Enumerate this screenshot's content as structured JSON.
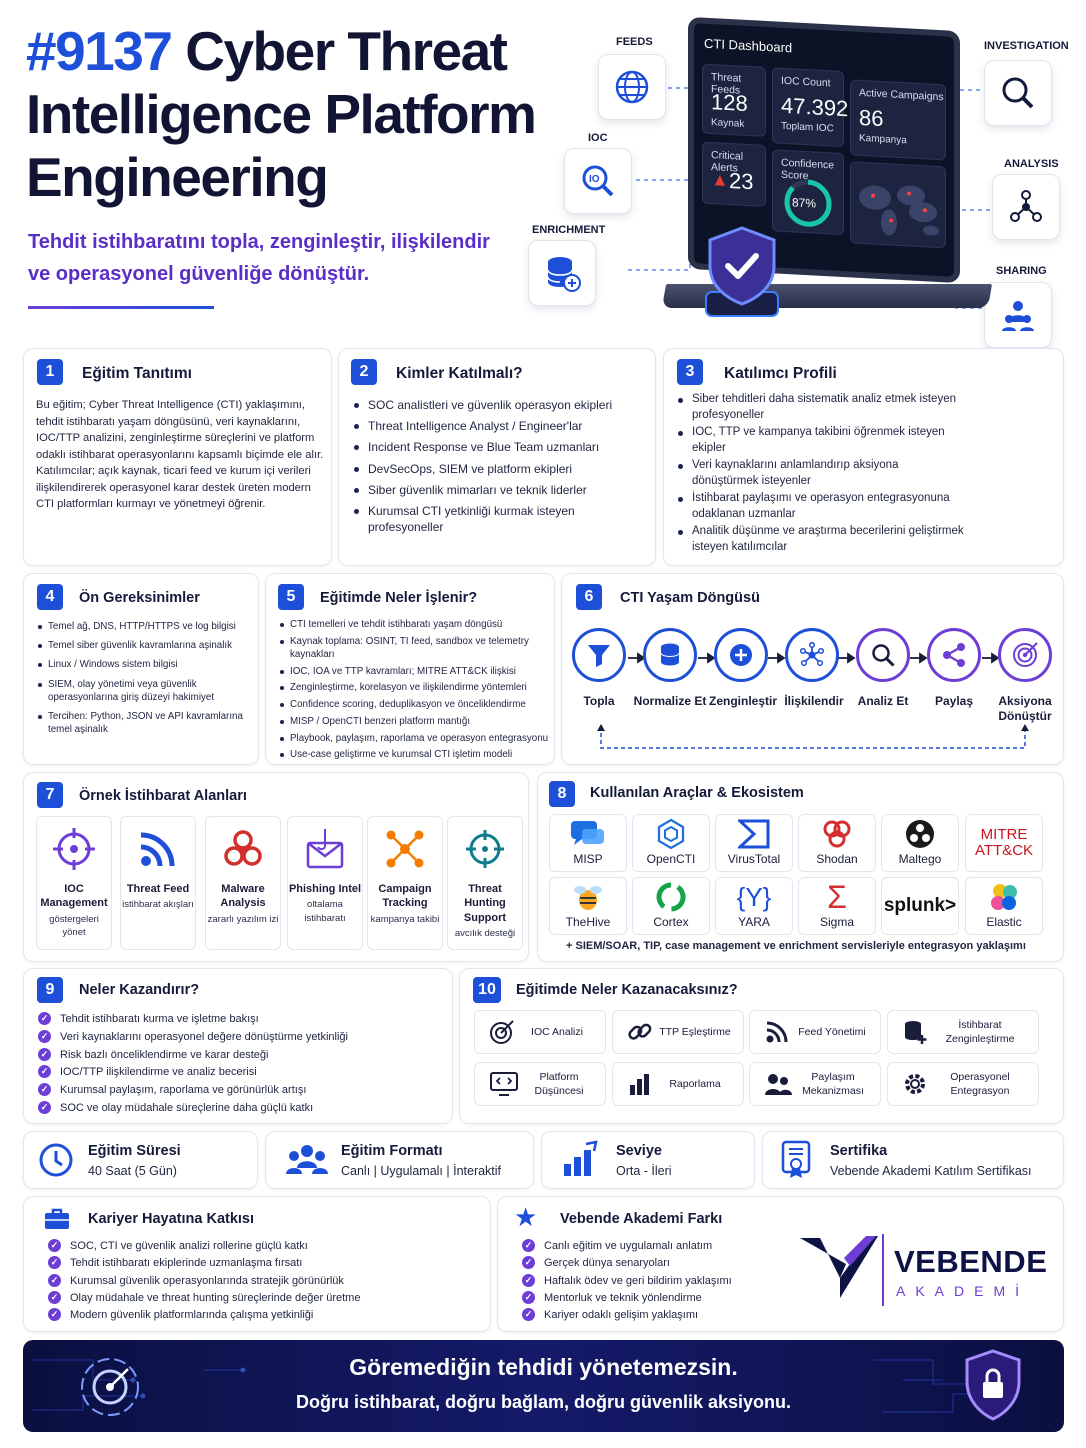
{
  "header": {
    "number": "#9137",
    "title_line1": " Cyber Threat",
    "title_line2": "Intelligence Platform",
    "title_line3": "Engineering",
    "subtitle_line1": "Tehdit istihbaratını topla, zenginleştir, ilişkilendir",
    "subtitle_line2": "ve operasyonel güvenliğe dönüştür."
  },
  "hero": {
    "labels": {
      "feeds": "FEEDS",
      "ioc": "IOC",
      "enrichment": "ENRICHMENT",
      "investigation": "INVESTIGATION",
      "analysis": "ANALYSIS",
      "sharing": "SHARING"
    },
    "dashboard": {
      "title": "CTI Dashboard",
      "tiles": [
        {
          "label": "Threat Feeds",
          "value": "128",
          "sub": "Kaynak"
        },
        {
          "label": "IOC Count",
          "value": "47.392",
          "sub": "Toplam IOC"
        },
        {
          "label": "Active Campaigns",
          "value": "86",
          "sub": "Kampanya"
        },
        {
          "label": "Critical Alerts",
          "value": "23"
        },
        {
          "label": "Confidence Score",
          "value": "87%"
        }
      ]
    }
  },
  "s1": {
    "num": "1",
    "title": "Eğitim Tanıtımı",
    "text": "Bu eğitim; Cyber Threat Intelligence (CTI) yaklaşımını, tehdit istihbaratı yaşam döngüsünü, veri kaynaklarını, IOC/TTP analizini, zenginleştirme süreçlerini ve platform odaklı istihbarat operasyonlarını kapsamlı biçimde ele alır. Katılımcılar; açık kaynak, ticari feed ve kurum içi verileri ilişkilendirerek operasyonel karar destek üreten modern CTI platformları kurmayı ve yönetmeyi öğrenir."
  },
  "s2": {
    "num": "2",
    "title": "Kimler Katılmalı?",
    "items": [
      "SOC analistleri ve güvenlik operasyon ekipleri",
      "Threat Intelligence Analyst / Engineer'lar",
      "Incident Response ve Blue Team uzmanları",
      "DevSecOps, SIEM ve platform ekipleri",
      "Siber güvenlik mimarları ve teknik liderler",
      "Kurumsal CTI yetkinliği kurmak isteyen profesyoneller"
    ]
  },
  "s3": {
    "num": "3",
    "title": "Katılımcı Profili",
    "items": [
      "Siber tehditleri daha sistematik analiz etmek isteyen profesyoneller",
      "IOC, TTP ve kampanya takibini öğrenmek isteyen ekipler",
      "Veri kaynaklarını anlamlandırıp aksiyona dönüştürmek isteyenler",
      "İstihbarat paylaşımı ve operasyon entegrasyonuna odaklanan uzmanlar",
      "Analitik düşünme ve araştırma becerilerini geliştirmek isteyen katılımcılar"
    ]
  },
  "s4": {
    "num": "4",
    "title": "Ön Gereksinimler",
    "items": [
      "Temel ağ, DNS, HTTP/HTTPS ve log bilgisi",
      "Temel siber güvenlik kavramlarına aşinalık",
      "Linux / Windows sistem bilgisi",
      "SIEM, olay yönetimi veya güvenlik operasyonlarına giriş düzeyi hakimiyet",
      "Tercihen: Python, JSON ve API kavramlarına temel aşinalık"
    ]
  },
  "s5": {
    "num": "5",
    "title": "Eğitimde Neler İşlenir?",
    "items": [
      "CTI temelleri ve tehdit istihbaratı yaşam döngüsü",
      "Kaynak toplama: OSINT, TI feed, sandbox ve telemetry kaynakları",
      "IOC, IOA ve TTP kavramları; MITRE ATT&CK ilişkisi",
      "Zenginleştirme, korelasyon ve ilişkilendirme yöntemleri",
      "Confidence scoring, deduplikasyon ve önceliklendirme",
      "MISP / OpenCTI benzeri platform mantığı",
      "Playbook, paylaşım, raporlama ve operasyon entegrasyonu",
      "Use-case geliştirme ve kurumsal CTI işletim modeli"
    ]
  },
  "s6": {
    "num": "6",
    "title": "CTI Yaşam Döngüsü",
    "steps": [
      "Topla",
      "Normalize Et",
      "Zenginleştir",
      "İlişkilendir",
      "Analiz Et",
      "Paylaş",
      "Aksiyona Dönüştür"
    ]
  },
  "s7": {
    "num": "7",
    "title": "Örnek İstihbarat Alanları",
    "areas": [
      {
        "title": "IOC Management",
        "sub": "göstergeleri yönet"
      },
      {
        "title": "Threat Feed",
        "sub": "istihbarat akışları"
      },
      {
        "title": "Malware Analysis",
        "sub": "zararlı yazılım izi"
      },
      {
        "title": "Phishing Intel",
        "sub": "oltalama istihbaratı"
      },
      {
        "title": "Campaign Tracking",
        "sub": "kampanya takibi"
      },
      {
        "title": "Threat Hunting Support",
        "sub": "avcılık desteği"
      }
    ]
  },
  "s8": {
    "num": "8",
    "title": "Kullanılan Araçlar & Ekosistem",
    "tools": [
      "MISP",
      "OpenCTI",
      "VirusTotal",
      "Shodan",
      "Maltego",
      "MITRE ATT&CK",
      "TheHive",
      "Cortex",
      "YARA",
      "Sigma",
      "splunk>",
      "Elastic"
    ],
    "note": "+ SIEM/SOAR, TIP, case management ve enrichment servisleriyle entegrasyon yaklaşımı"
  },
  "s9": {
    "num": "9",
    "title": "Neler Kazandırır?",
    "items": [
      "Tehdit istihbaratı kurma ve işletme bakışı",
      "Veri kaynaklarını operasyonel değere dönüştürme yetkinliği",
      "Risk bazlı önceliklendirme ve karar desteği",
      "IOC/TTP ilişkilendirme ve analiz becerisi",
      "Kurumsal paylaşım, raporlama ve görünürlük artışı",
      "SOC ve olay müdahale süreçlerine daha güçlü katkı"
    ]
  },
  "s10": {
    "num": "10",
    "title": "Eğitimde Neler Kazanacaksınız?",
    "gains": [
      "IOC Analizi",
      "TTP Eşleştirme",
      "Feed Yönetimi",
      "İstihbarat Zenginleştirme",
      "Platform Düşüncesi",
      "Raporlama",
      "Paylaşım Mekanizması",
      "Operasyonel Entegrasyon"
    ]
  },
  "info": [
    {
      "title": "Eğitim Süresi",
      "sub": "40 Saat (5 Gün)"
    },
    {
      "title": "Eğitim Formatı",
      "sub": "Canlı | Uygulamalı | İnteraktif"
    },
    {
      "title": "Seviye",
      "sub": "Orta - İleri"
    },
    {
      "title": "Sertifika",
      "sub": "Vebende Akademi Katılım Sertifikası"
    }
  ],
  "career": {
    "title": "Kariyer Hayatına Katkısı",
    "items": [
      "SOC, CTI ve güvenlik analizi rollerine güçlü katkı",
      "Tehdit istihbaratı ekiplerinde uzmanlaşma fırsatı",
      "Kurumsal güvenlik operasyonlarında stratejik görünürlük",
      "Olay müdahale ve threat hunting süreçlerinde değer üretme",
      "Modern güvenlik platformlarında çalışma yetkinliği"
    ]
  },
  "diff": {
    "title": "Vebende Akademi Farkı",
    "items": [
      "Canlı eğitim ve uygulamalı anlatım",
      "Gerçek dünya senaryoları",
      "Haftalık ödev ve geri bildirim yaklaşımı",
      "Mentorluk ve teknik yönlendirme",
      "Kariyer odaklı gelişim yaklaşımı"
    ]
  },
  "brand": {
    "name": "VEBENDE",
    "sub": "AKADEMİ"
  },
  "footer": {
    "line1": "Göremediğin tehdidi yönetemezsin.",
    "line2": "Doğru istihbarat, doğru bağlam, doğru güvenlik aksiyonu."
  },
  "colors": {
    "primary": "#1d4fd8",
    "purple": "#6d3ed6",
    "navy": "#0d1445",
    "mitre": "#c8141e"
  }
}
